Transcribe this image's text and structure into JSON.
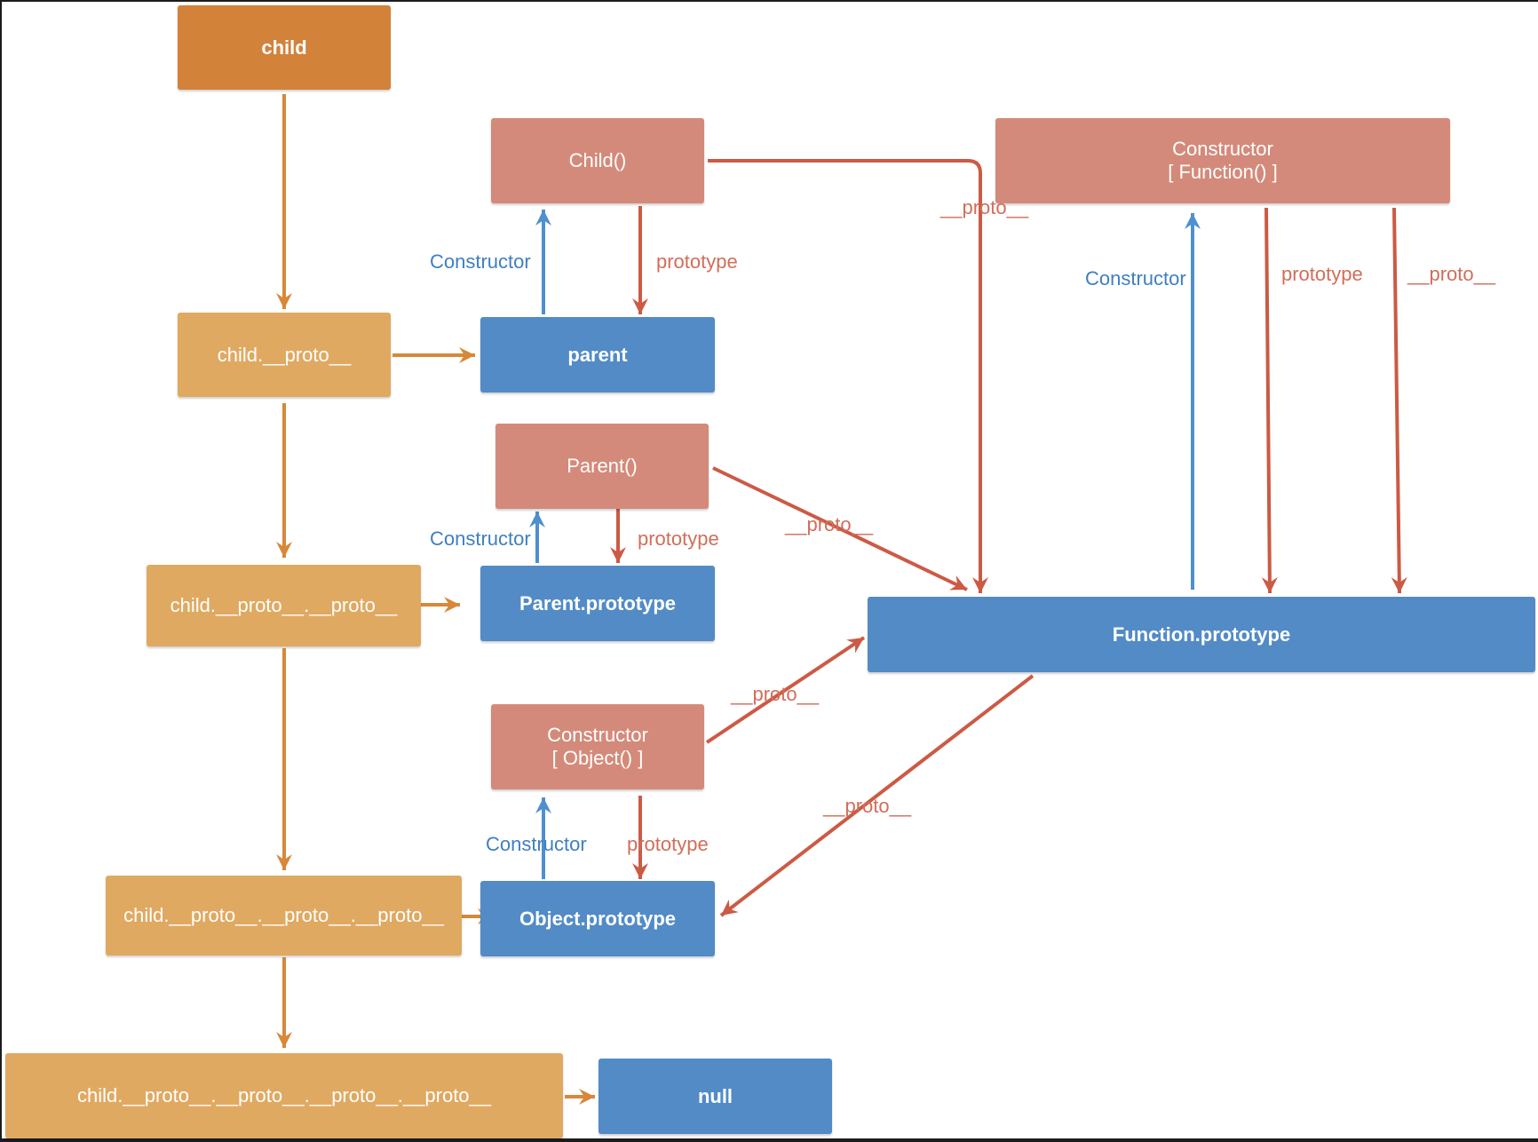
{
  "colors": {
    "chain_start": "#d3823a",
    "chain": "#e0a961",
    "constructor_fn": "#d48a7a",
    "object": "#528bc6",
    "arrow_orange": "#d7883a",
    "arrow_red": "#cc5a45",
    "arrow_blue": "#4f8fcf"
  },
  "nodes": {
    "child": "child",
    "child_proto": "child.__proto__",
    "child_proto2": "child.__proto__.__proto__",
    "child_proto3": "child.__proto__.__proto__.__proto__",
    "child_proto4": "child.__proto__.__proto__.__proto__.__proto__",
    "child_fn": "Child()",
    "parent": "parent",
    "parent_fn": "Parent()",
    "parent_prototype": "Parent.prototype",
    "object_ctor": "Constructor\n[ Object() ]",
    "object_prototype": "Object.prototype",
    "null": "null",
    "function_ctor": "Constructor\n[ Function() ]",
    "function_prototype": "Function.prototype"
  },
  "edge_labels": {
    "child_constructor": "Constructor",
    "child_prototype": "prototype",
    "child_fn_proto": "__proto__",
    "function_constructor": "Constructor",
    "function_prototype": "prototype",
    "function_proto": "__proto__",
    "parent_constructor": "Constructor",
    "parent_prototype": "prototype",
    "parent_fn_proto": "__proto__",
    "object_fn_proto": "__proto__",
    "function_prototype_proto": "__proto__",
    "object_constructor": "Constructor",
    "object_prototype": "prototype"
  }
}
